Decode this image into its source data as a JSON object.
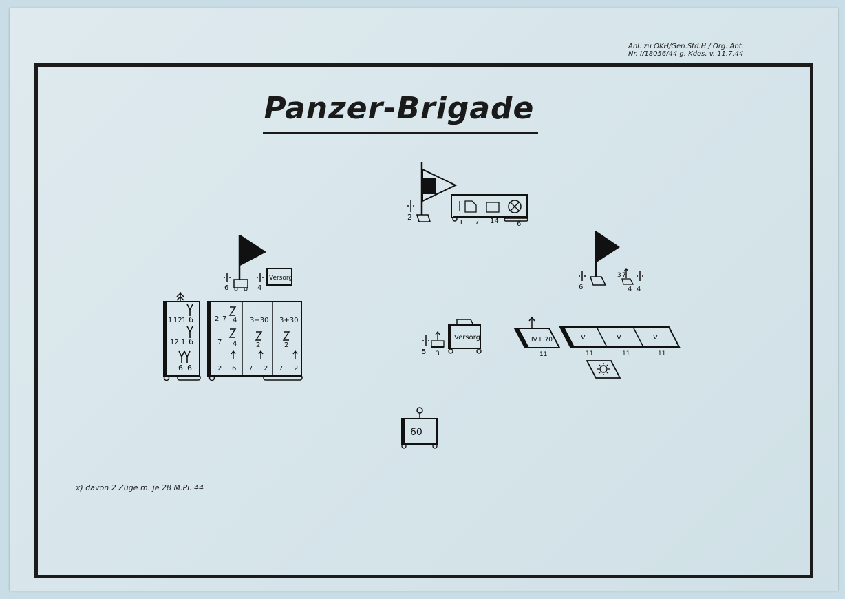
{
  "document": {
    "reference_line1": "Anl. zu OKH/Gen.Std.H / Org. Abt.",
    "reference_line2": "Nr. I/18056/44 g. Kdos. v. 11.7.44",
    "title": "Panzer-Brigade",
    "footnote": "x) davon 2 Züge m. je 28 M.Pi. 44"
  },
  "hq": {
    "staff_count": "2",
    "signal_counts": [
      "1",
      "7",
      "14",
      "6"
    ]
  },
  "grenadier_battalion": {
    "staff_count": "6",
    "supply_count": "4",
    "supply_label": "Versorg",
    "heavy_company_rows": [
      [
        "1",
        "12",
        "1",
        "6"
      ],
      [
        "12",
        "1",
        "6"
      ],
      [
        "6",
        "6"
      ]
    ],
    "rifle_company": {
      "row1": [
        "2",
        "7",
        "4",
        "3+30",
        "3+30"
      ],
      "row2": [
        "7",
        "4",
        "2",
        "2"
      ],
      "row3": [
        "2",
        "6",
        "7",
        "2",
        "7",
        "2"
      ]
    }
  },
  "panzer_battalion": {
    "staff_count": "6",
    "escort_counts": [
      "3",
      "7",
      "4",
      "4"
    ],
    "supply_count": "5",
    "supply_sub": "3",
    "supply_label": "Versorg",
    "tank_destroyer_label": "IV L 70",
    "company_label": "V",
    "company_counts": [
      "11",
      "11",
      "11",
      "11"
    ]
  },
  "truck_column": {
    "capacity": "60"
  },
  "colors": {
    "ink": "#111111",
    "paper": "#d9e7ec"
  }
}
